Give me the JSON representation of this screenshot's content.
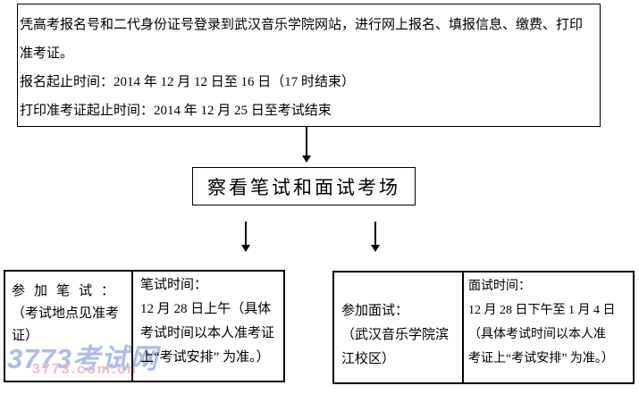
{
  "top_box": {
    "lines": [
      "凭高考报名号和二代身份证号登录到武汉音乐学院网站，进行网上报名、填报信息、缴费、打印",
      "准考证。",
      "报名起止时间：2014 年 12 月 12 日至 16 日（17 时结束）",
      "打印准考证起止时间：2014 年 12 月 25 日至考试结束"
    ]
  },
  "middle_box": {
    "label": "察看笔试和面试考场"
  },
  "written_exam_table": {
    "left_cell": {
      "lines": [
        "参加笔试：",
        "（考试地点见准考",
        "证）"
      ]
    },
    "right_cell": {
      "lines": [
        "笔试时间：",
        "12 月 28 日上午（具体",
        "考试时间以本人准考证",
        "上“考试安排” 为准。）"
      ]
    }
  },
  "interview_table": {
    "left_cell": {
      "lines": [
        "参加面试：",
        "（武汉音乐学院滨",
        "江校区）"
      ]
    },
    "right_cell": {
      "lines": [
        "面试时间：",
        "12 月 28 日下午至 1 月 4 日",
        "（具体考试时间以本人准",
        "考证上“考试安排” 为准。）"
      ]
    }
  },
  "watermark": {
    "title": "3773考试网",
    "url": "3773.com.cn",
    "title_color": "#aebce9",
    "url_color": "#f3bac3"
  },
  "colors": {
    "background": "#ffffff",
    "border": "#000000",
    "text": "#000000"
  }
}
